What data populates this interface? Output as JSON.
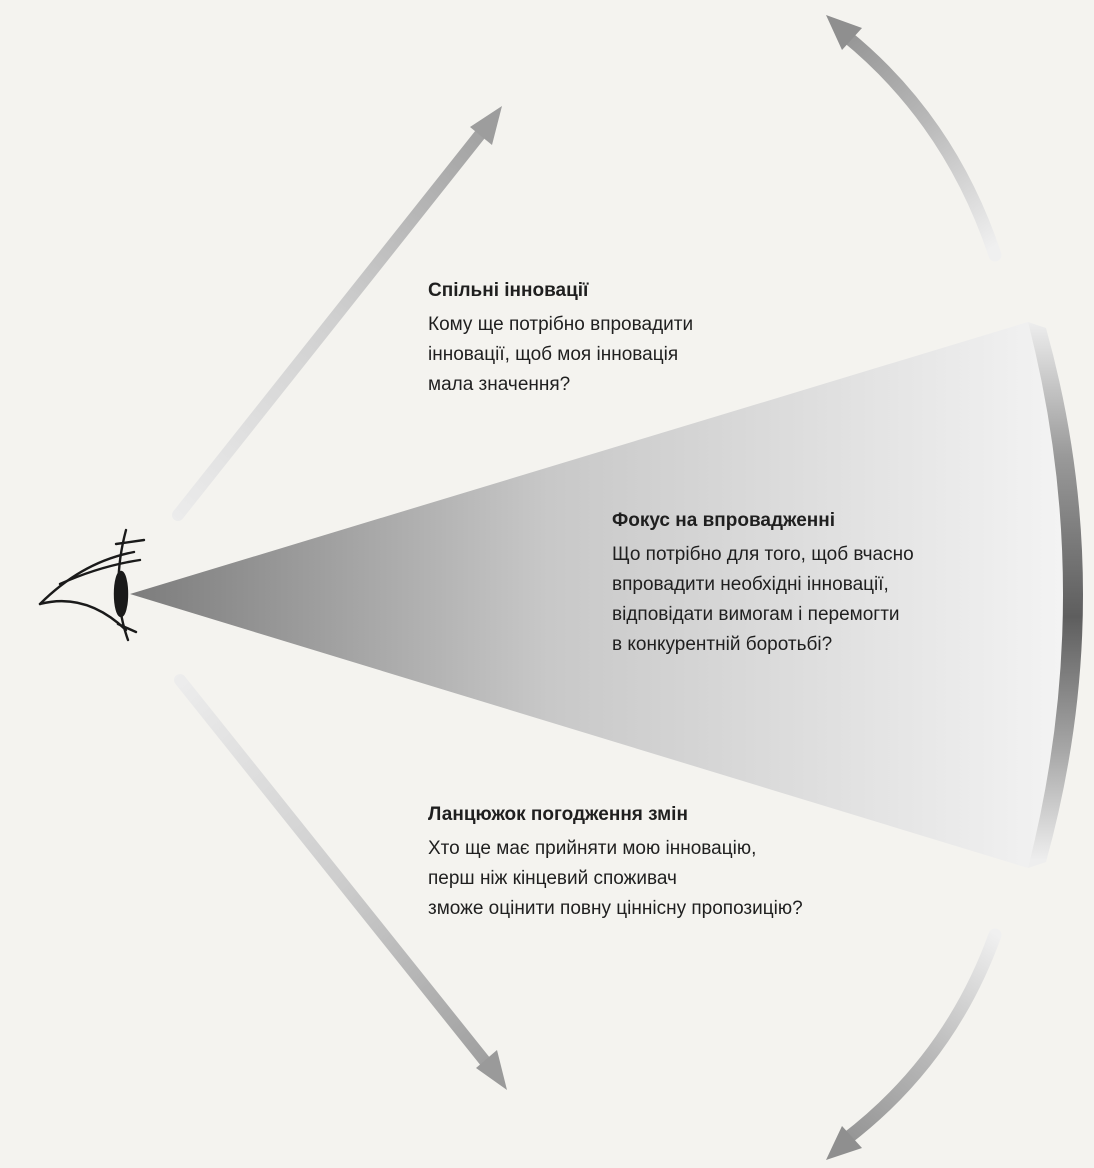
{
  "colors": {
    "background": "#f4f3ef",
    "text": "#1f1f1f",
    "cone_dark": "#8a8a8a",
    "cone_light": "#f2f2f2",
    "arc_dark": "#6e6e6e",
    "arc_light": "#e6e6e6"
  },
  "icons": {
    "eye": "eye-icon"
  },
  "blocks": {
    "collaborative": {
      "heading": "Спільні інновації",
      "lines": [
        "Кому ще потрібно впровадити",
        "інновації, щоб моя інновація",
        "мала значення?"
      ]
    },
    "focus": {
      "heading": "Фокус на впровадженні",
      "lines": [
        "Що потрібно для того, щоб вчасно",
        "впровадити необхідні інновації,",
        "відповідати вимогам і перемогти",
        "в конкурентній боротьбі?"
      ]
    },
    "chain": {
      "heading": "Ланцюжок погодження змін",
      "lines": [
        "Хто ще має прийняти мою інновацію,",
        "перш ніж кінцевий споживач",
        "зможе оцінити повну ціннісну пропозицію?"
      ]
    }
  }
}
